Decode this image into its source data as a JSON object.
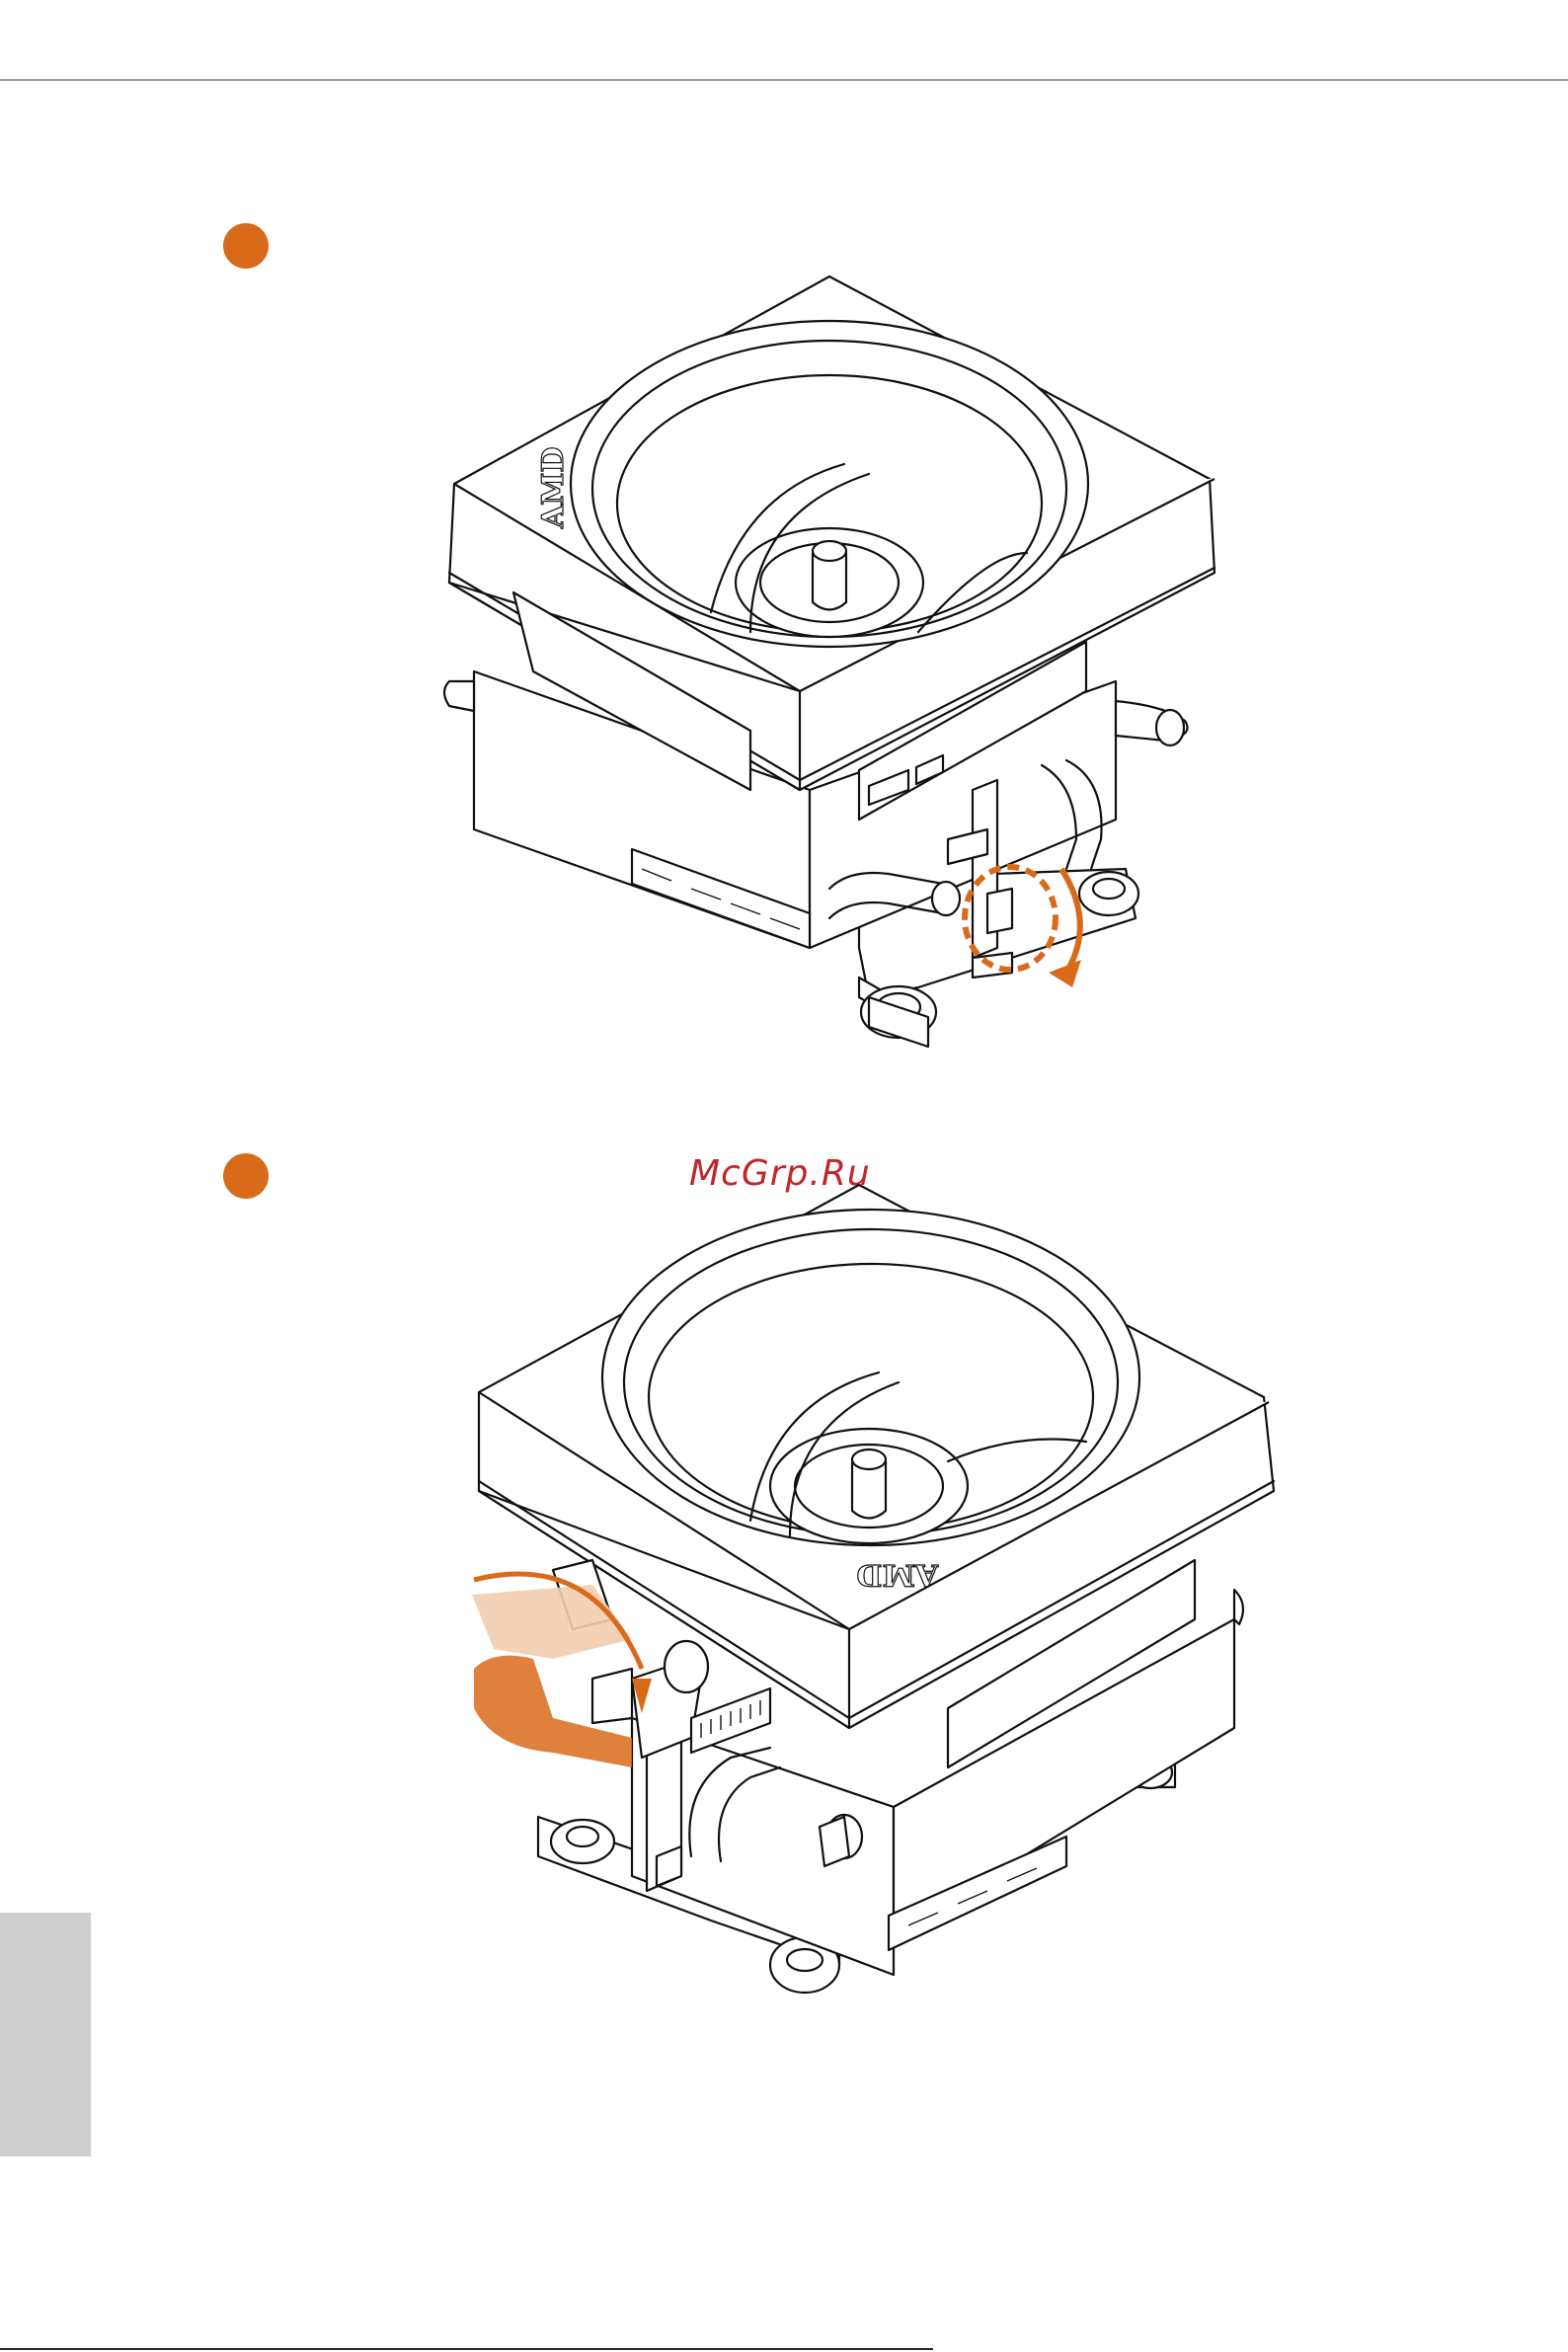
{
  "page": {
    "watermark": "McGrp.Ru",
    "steps": [
      {
        "name": "step-1",
        "color": "#d96a1a"
      },
      {
        "name": "step-2",
        "color": "#d96a1a"
      }
    ],
    "side_tab_color": "#cfcfcf",
    "accent": "#d96a1a"
  },
  "figures": {
    "logo_text": "AMD",
    "clip_text": "AMD"
  }
}
